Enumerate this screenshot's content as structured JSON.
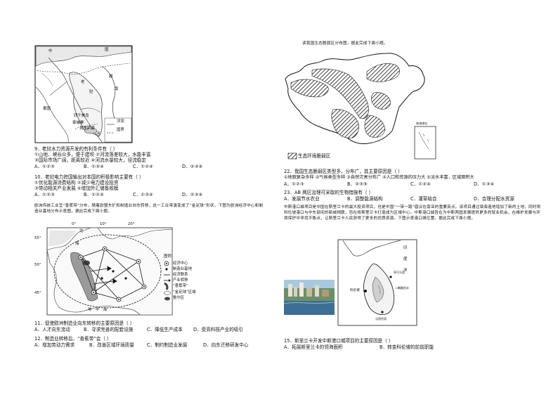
{
  "left": {
    "map1": {
      "labels": [
        "中",
        "国",
        "越",
        "南",
        "老",
        "挝",
        "泰国",
        "四千美岛",
        "柬埔寨",
        "洞里萨湖",
        "河"
      ],
      "legend": [
        "河流",
        "国界"
      ]
    },
    "q9": {
      "stem": "9．老挝水力资源开发的有利条件有（    ）",
      "line1": "①山地、峡谷众多，便于建坝    ②河流落差较大，水能丰富",
      "line2": "③国际市场广阔，距离较近    ④河流水量较大，径流稳定",
      "options": [
        "A．①②③",
        "B．①③④",
        "C．①②④",
        "D．②③④"
      ]
    },
    "q10": {
      "stem": "10．老挝电力跨国输出对本国的积极影响主要有（    ）",
      "line1": "①优化能源消费结构    ②减少电力建设投资",
      "line2": "③带动相关产业发展    ④增加外汇储备规模",
      "options": [
        "A．①②③",
        "B．①②④",
        "C．①③④",
        "D．②③④"
      ]
    },
    "intro": "欧洲传统工业呈“香蕉带”分布，随着欧盟东扩和制造业向东转移，这一工业带演变成了“金足球”形状。下图为欧洲经济中心和制造业基地分布示意图，据此完成下面小题。",
    "map2": {
      "lon": [
        "0°",
        "10°",
        "20°"
      ],
      "lat": [
        "55°",
        "50°",
        "45°"
      ],
      "sea_top": "北",
      "sea_top2": "海",
      "sea_bottom": "地　中　海",
      "legend_title": "图例",
      "legend": [
        "经济中心",
        "制造业基地",
        "经济联系",
        "产业转移",
        "“香蕉带”",
        "“金足球”区域",
        "鲁尔区"
      ]
    },
    "q11": {
      "stem": "11．促使欧洲制造业向东转移的主要原因是（    ）",
      "options": [
        "A．人才向东流动",
        "B．寻求完善的配套设施",
        "C．降低生产成本",
        "D．受高科技产业的吸引"
      ]
    },
    "q12": {
      "stem": "12．制造业转移后，“香蕉带”会（    ）",
      "options": [
        "A．增加劳动力需求",
        "B．改善区域环境质量",
        "C．制约制造业发展",
        "D．向东迁移研发中心"
      ]
    }
  },
  "right": {
    "top_caption": "读我国生态脆弱区分布图，据此完成下面小题。",
    "map3": {
      "inset_label": "南海诸岛",
      "legend": "生态环境脆弱区"
    },
    "q22": {
      "stem": "22．我国生态脆弱区类型多，分布广，其主要原因是（    ）",
      "line1": "①地貌复杂多样    ②气候类型多样    ③自然灾害分布广    ④人口和资源的压力大    ⑤淡水丰富，区域面积大",
      "options": [
        "A．①②③",
        "B．②③⑤",
        "C．①②④",
        "D．①③④"
      ]
    },
    "q23": {
      "stem": "23．AB 两区治理可采取的生物措施有（    ）",
      "options": [
        "A．发展节水农业",
        "B．调整能源结构",
        "C．灌草结合",
        "D．合理分配水资源"
      ]
    },
    "para": "中斯港口城项目是中国在斯里兰卡的最大投资项目，也是中国“一带一路”倡议在南亚的重要亮点。该项目通过填海造地增加了新的土地，同时将科伦坡港口与中东部间的新城相联，旨在将斯里兰卡打造成为区域中心。中斯港口城旨在为中斯两国发展提供更多的就业机会，在维护发展与环境保护中寻找平衡点，让斯里兰卡人民获得了更多的优质资源。下图示意港口城位置。据此完成下面小题。",
    "map4": {
      "labels": [
        "印",
        "度",
        "洋",
        "科伦坡",
        "亭可马里",
        "汉班托塔",
        "斯里兰卡"
      ]
    },
    "q15": {
      "stem": "15．斯里兰卡开发中斯港口城项目的主要原因是（    ）",
      "options": [
        "A．拓展斯里兰卡的领海面积",
        "B．转变科伦坡的前前职能"
      ]
    }
  }
}
